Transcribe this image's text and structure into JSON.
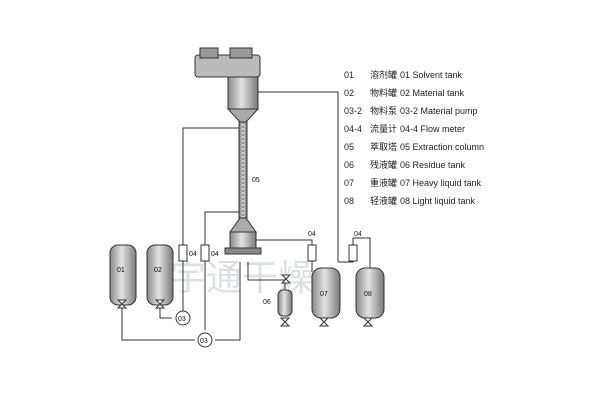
{
  "legend": [
    {
      "code": "01",
      "cn": "溶剂罐",
      "en": "01 Solvent tank"
    },
    {
      "code": "02",
      "cn": "物料罐",
      "en": "02 Material tank"
    },
    {
      "code": "03-2",
      "cn": "物料泵",
      "en": "03-2 Material pump"
    },
    {
      "code": "04-4",
      "cn": "流量计",
      "en": "04-4 Flow meter"
    },
    {
      "code": "05",
      "cn": "萃取塔",
      "en": "05 Extraction column"
    },
    {
      "code": "06",
      "cn": "残液罐",
      "en": "06 Residue tank"
    },
    {
      "code": "07",
      "cn": "重液罐",
      "en": "07 Heavy liquid tank"
    },
    {
      "code": "08",
      "cn": "轻液罐",
      "en": "08 Light liquid tank"
    }
  ],
  "equipment_tags": {
    "tank_01": "01",
    "tank_02": "02",
    "pump_a": "03",
    "pump_b": "03",
    "flowmeter_a": "04",
    "flowmeter_b": "04",
    "flowmeter_c": "04",
    "flowmeter_d": "04",
    "column": "05",
    "tank_06": "06",
    "tank_07": "07",
    "tank_08": "08"
  },
  "watermark": "宇通干燥",
  "colors": {
    "line": "#333333",
    "tank_fill": "#c8c8c8",
    "tank_dark": "#7d7d7d",
    "column_fill": "#9a9a9a"
  }
}
